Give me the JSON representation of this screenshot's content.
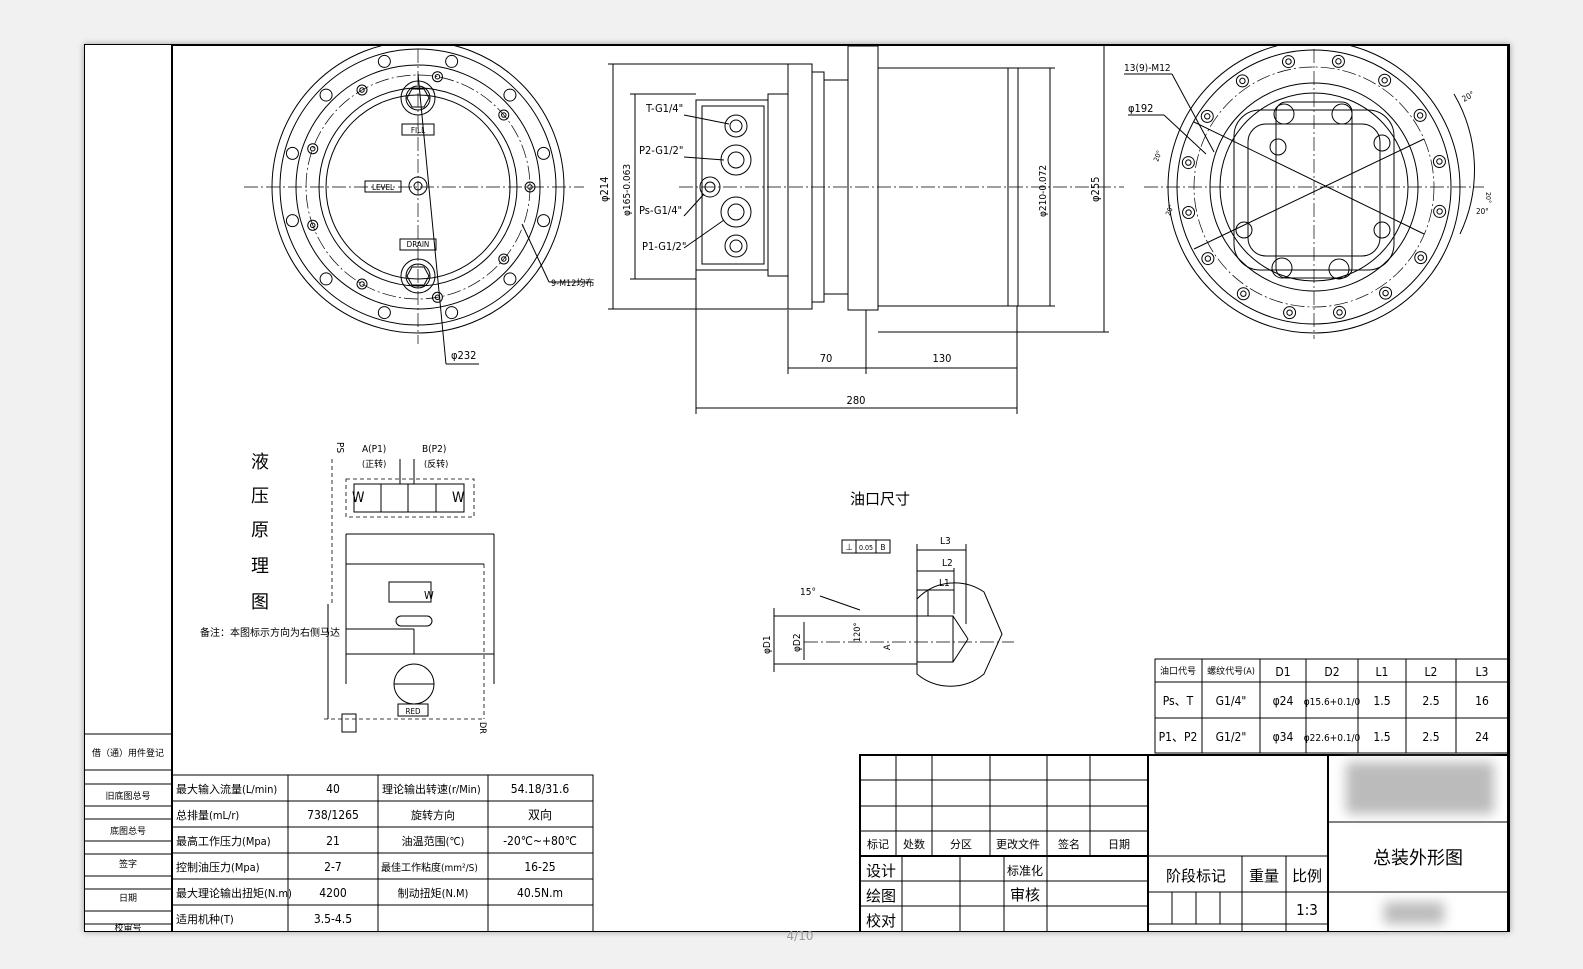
{
  "page": {
    "indicator": "4/10"
  },
  "front_view": {
    "fill_label": "FILL",
    "level_label": "LEVEL",
    "drain_label": "DRAIN",
    "bolt_note": "9-M12均布",
    "diameter_label": "φ232"
  },
  "side_view": {
    "ports": [
      "T-G1/4\"",
      "P2-G1/2\"",
      "Ps-G1/4\"",
      "P1-G1/2\""
    ],
    "dia_214": "φ214",
    "dia_165": "φ165-0.063",
    "dia_210": "φ210-0.072",
    "dia_255": "φ255",
    "len_70": "70",
    "len_130": "130",
    "len_280": "280"
  },
  "rear_view": {
    "bolt_note": "13(9)-M12",
    "dia_192": "φ192",
    "angle_20a": "20°",
    "angle_20b": "20°",
    "angle_20c": "20°",
    "angle_20d": "20°",
    "angle_20e": "20°"
  },
  "hydraulic": {
    "title_chars": [
      "液",
      "压",
      "原",
      "理",
      "图"
    ],
    "ps": "PS",
    "port_a": "A(P1)",
    "port_a_sub": "(正转)",
    "port_b": "B(P2)",
    "port_b_sub": "(反转)",
    "dr": "DR",
    "red": "RED",
    "note": "备注：本图标示方向为右侧马达"
  },
  "port_detail": {
    "title": "油口尺寸",
    "tol_symbol": "⊥",
    "tol_value": "0.05",
    "tol_datum": "B",
    "l1": "L1",
    "l2": "L2",
    "l3": "L3",
    "d1": "φD1",
    "d2": "φD2",
    "angle15": "15°",
    "angle120": "120°",
    "a": "A"
  },
  "port_table": {
    "headers": [
      "油口代号",
      "螺纹代号(A)",
      "D1",
      "D2",
      "L1",
      "L2",
      "L3"
    ],
    "rows": [
      [
        "Ps、T",
        "G1/4\"",
        "φ24",
        "φ15.6+0.1/0",
        "1.5",
        "2.5",
        "16"
      ],
      [
        "P1、P2",
        "G1/2\"",
        "φ34",
        "φ22.6+0.1/0",
        "1.5",
        "2.5",
        "24"
      ]
    ]
  },
  "left_strip": [
    "借（通）用件登记",
    "旧底图总号",
    "底图总号",
    "签字",
    "日期",
    "校审号"
  ],
  "spec_table": [
    [
      "最大输入流量(L/min)",
      "40",
      "理论输出转速(r/Min)",
      "54.18/31.6"
    ],
    [
      "总排量(mL/r)",
      "738/1265",
      "旋转方向",
      "双向"
    ],
    [
      "最高工作压力(Mpa)",
      "21",
      "油温范围(℃)",
      "-20℃~+80℃"
    ],
    [
      "控制油压力(Mpa)",
      "2-7",
      "最佳工作粘度(mm²/S)",
      "16-25"
    ],
    [
      "最大理论输出扭矩(N.m)",
      "4200",
      "制动扭矩(N.M)",
      "40.5N.m"
    ],
    [
      "适用机种(T)",
      "3.5-4.5",
      "",
      ""
    ]
  ],
  "title_block": {
    "col_labels": [
      "标记",
      "处数",
      "分区",
      "更改文件",
      "签名",
      "日期"
    ],
    "design": "设计",
    "draw": "绘图",
    "check": "校对",
    "standard": "标准化",
    "review": "审核",
    "stage": "阶段标记",
    "weight": "重量",
    "scale_label": "比例",
    "scale": "1:3",
    "drawing_name": "总装外形图"
  }
}
